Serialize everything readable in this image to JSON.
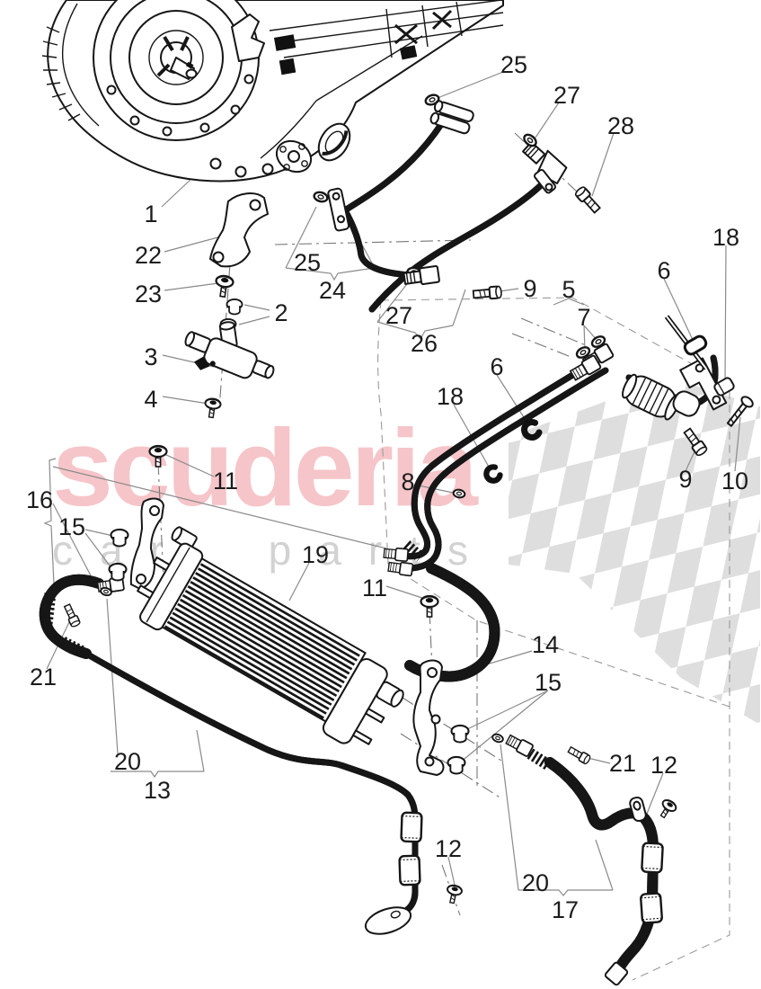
{
  "diagram": {
    "type": "exploded-parts-diagram",
    "subject": "oil cooler and pipe assembly on transmission",
    "watermark": {
      "brand": "scuderia",
      "subtitle": "car parts",
      "brand_color": "#f6c5c9",
      "subtitle_color": "#d2d2d2",
      "flag_color": "#dcdcdc"
    },
    "colors": {
      "line": "#161616",
      "leader": "#8a8a8a",
      "background": "#ffffff"
    },
    "callouts": [
      {
        "label": "1"
      },
      {
        "label": "22"
      },
      {
        "label": "23"
      },
      {
        "label": "2"
      },
      {
        "label": "3"
      },
      {
        "label": "4"
      },
      {
        "label": "25"
      },
      {
        "label": "27"
      },
      {
        "label": "28"
      },
      {
        "label": "25"
      },
      {
        "label": "24"
      },
      {
        "label": "27"
      },
      {
        "label": "26"
      },
      {
        "label": "9"
      },
      {
        "label": "5"
      },
      {
        "label": "6"
      },
      {
        "label": "7"
      },
      {
        "label": "18"
      },
      {
        "label": "6"
      },
      {
        "label": "18"
      },
      {
        "label": "8"
      },
      {
        "label": "9"
      },
      {
        "label": "10"
      },
      {
        "label": "16"
      },
      {
        "label": "11"
      },
      {
        "label": "15"
      },
      {
        "label": "19"
      },
      {
        "label": "11"
      },
      {
        "label": "14"
      },
      {
        "label": "15"
      },
      {
        "label": "21"
      },
      {
        "label": "20"
      },
      {
        "label": "13"
      },
      {
        "label": "12"
      },
      {
        "label": "21"
      },
      {
        "label": "12"
      },
      {
        "label": "20"
      },
      {
        "label": "17"
      }
    ]
  }
}
